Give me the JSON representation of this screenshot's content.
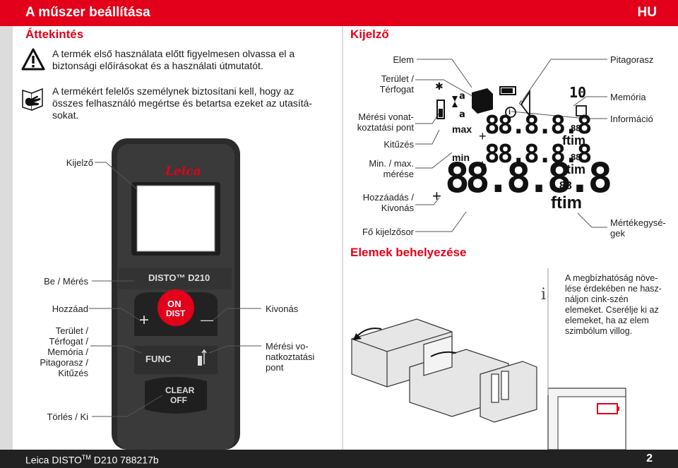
{
  "header": {
    "title": "A műszer beállítása",
    "lang": "HU"
  },
  "overview": {
    "title": "Áttekintés",
    "warning_text_1": "A termék első használata előtt figyelmesen olvassa el a",
    "warning_text_2": "biztonsági előírásokat és a használati útmutatót.",
    "hand_text_1": "A termékért felelős személynek biztosítani kell, hogy az",
    "hand_text_2": "összes felhasználó megértse és betartsa ezeket az utasítá-",
    "hand_text_3": "sokat."
  },
  "device": {
    "brand": "Leica",
    "model": "DISTO™ D210",
    "on_label": "ON",
    "dist_label": "DIST",
    "func_label": "FUNC",
    "clear_label_1": "CLEAR",
    "clear_label_2": "OFF",
    "plus": "+",
    "minus": "—",
    "labels": {
      "display": "Kijelző",
      "on_measure": "Be / Mérés",
      "add": "Hozzáad",
      "area_1": "Terület /",
      "area_2": "Térfogat /",
      "area_3": "Memória /",
      "area_4": "Pitagorasz /",
      "area_5": "Kitűzés",
      "subtract": "Kivonás",
      "ref_1": "Mérési vo-",
      "ref_2": "natkoztatási",
      "ref_3": "pont",
      "clear_off": "Törlés / Ki"
    }
  },
  "display": {
    "title": "Kijelző",
    "left_labels": {
      "element": "Elem",
      "area_1": "Terület /",
      "area_2": "Térfogat",
      "ref_1": "Mérési vonat-",
      "ref_2": "koztatási pont",
      "stakeout": "Kitűzés",
      "minmax_1": "Min. / max.",
      "minmax_2": "mérése",
      "addsub_1": "Hozzáadás /",
      "addsub_2": "Kivonás",
      "mainline": "Fő kijelzősor"
    },
    "right_labels": {
      "pythagoras": "Pitagorasz",
      "memory": "Memória",
      "info": "Információ",
      "unit_1": "Mértékegysé-",
      "unit_2": "gek"
    },
    "lcd": {
      "max": "max",
      "min": "min",
      "digits_small": "88.8.8.8",
      "digits_big": "88.8.8.8",
      "sup": "88",
      "sub": "88",
      "unit": "ftim",
      "a": "a",
      "i": "i",
      "mem_count": "10"
    }
  },
  "battery": {
    "title": "Elemek behelyezése",
    "info_1": "A megbízhatóság növe-",
    "info_2": "lése érdekében ne hasz-",
    "info_3": "náljon cink-szén",
    "info_4": "elemeket. Cserélje ki az",
    "info_5": "elemeket, ha az elem",
    "info_6": "szimbólum villog.",
    "info_icon": "i"
  },
  "footer": {
    "model": "Leica DISTO",
    "tm": "TM",
    "model_rest": "D210 788217b",
    "page": "2"
  },
  "colors": {
    "brand_red": "#e2001a",
    "device_dark": "#2b2b2b"
  }
}
